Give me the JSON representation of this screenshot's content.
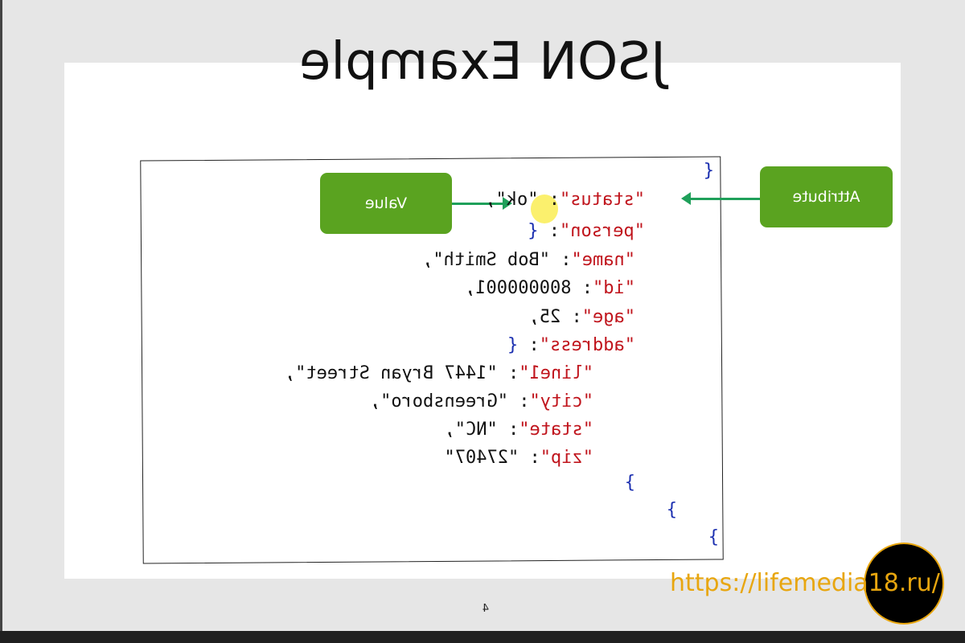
{
  "slide": {
    "title": "JSON Example",
    "page_number": "4",
    "callouts": {
      "attribute": "Attribute",
      "value": "Value"
    },
    "code": {
      "open_root": "{",
      "status_key": "\"status\"",
      "status_value": "\"ok\",",
      "person_key": "\"person\"",
      "person_open": "{",
      "name_key": "\"name\"",
      "name_value": "\"Bob Smith\",",
      "id_key": "\"id\"",
      "id_value": "800000001,",
      "age_key": "\"age\"",
      "age_value": "25,",
      "address_key": "\"address\"",
      "address_open": "{",
      "line1_key": "\"line1\"",
      "line1_value": "\"1447 Bryan Street\",",
      "city_key": "\"city\"",
      "city_value": "\"Greensboro\",",
      "state_key": "\"state\"",
      "state_value": "\"NC\",",
      "zip_key": "\"zip\"",
      "zip_value": "\"27407\"",
      "close_address": "}",
      "close_person": "}",
      "close_root": "}",
      "colon": ": "
    }
  },
  "watermark": {
    "url": "https://lifemedia18.ru/"
  },
  "colors": {
    "key": "#c0141c",
    "brace": "#1b2fb0",
    "callout": "#5aa320",
    "arrow": "#1fa05a",
    "watermark": "#e8a60f"
  }
}
